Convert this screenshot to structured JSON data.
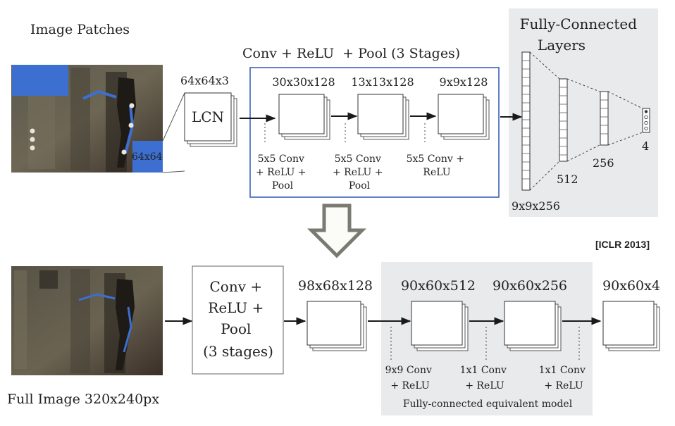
{
  "top": {
    "image_patches_label": "Image Patches",
    "patch_label": "64x64",
    "input_size": "64x64x3",
    "lcn_label": "LCN",
    "conv_section_title": "Conv + ReLU  + Pool (3 Stages)",
    "stage_sizes": [
      "30x30x128",
      "13x13x128",
      "9x9x128"
    ],
    "stage_ops": [
      [
        "5x5 Conv",
        "+ ReLU +",
        "Pool"
      ],
      [
        "5x5 Conv",
        "+ ReLU +",
        "Pool"
      ],
      [
        "5x5 Conv +",
        "ReLU"
      ]
    ],
    "fc_title": [
      "Fully-Connected",
      "Layers"
    ],
    "fc_sizes": [
      "9x9x256",
      "512",
      "256",
      "4"
    ]
  },
  "citation": "[ICLR 2013]",
  "bottom": {
    "full_image_label": "Full Image 320x240px",
    "conv_box": [
      "Conv +",
      "ReLU +",
      "Pool",
      "(3 stages)"
    ],
    "sizes": [
      "98x68x128",
      "90x60x512",
      "90x60x256",
      "90x60x4"
    ],
    "ops": [
      [
        "9x9 Conv",
        "+ ReLU"
      ],
      [
        "1x1 Conv",
        "+ ReLU"
      ],
      [
        "1x1 Conv",
        "+ ReLU"
      ]
    ],
    "equivalent_label": "Fully-connected equivalent model"
  },
  "colors": {
    "patch_blue": "#3d6fd1",
    "panel_gray": "#e9eaeb",
    "conv_outline_blue": "#2f58b5",
    "arrow_gray": "#7a7a72"
  }
}
